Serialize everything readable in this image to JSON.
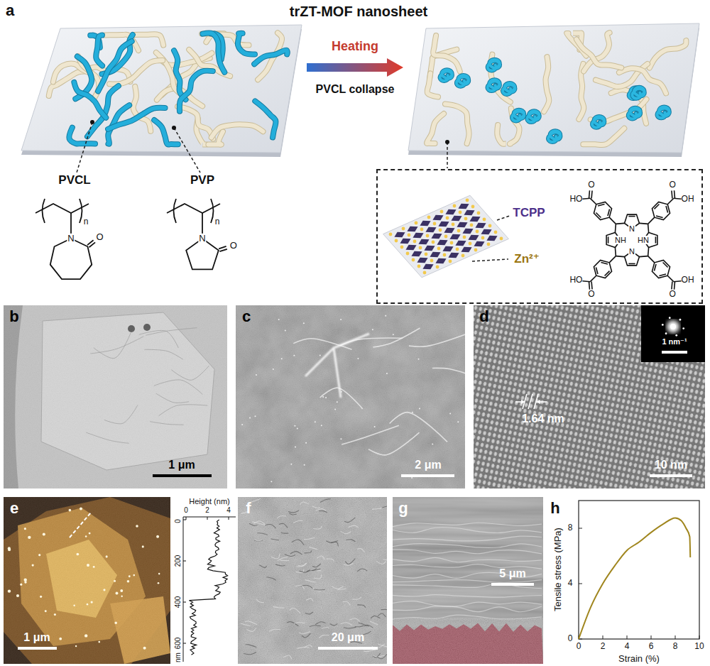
{
  "diagram": {
    "title": "trZT-MOF nanosheet",
    "nodes": [
      {
        "text": [
          "TCPP",
          "Zn²⁺"
        ]
      },
      {
        "text": [
          "b",
          "1 μm"
        ]
      },
      {
        "text": [
          "c",
          "2 μm"
        ]
      },
      {
        "text": [
          "d",
          "1.64 nm",
          "10 nm"
        ]
      },
      {
        "text": [
          "1 nm⁻¹"
        ],
        "in": 3
      },
      {
        "text": [
          "e",
          "1 μm"
        ]
      },
      {
        "text": [
          "f",
          "20 μm"
        ]
      },
      {
        "text": [
          "g",
          "5 μm"
        ]
      }
    ],
    "labels": [
      "a",
      "Heating",
      "PVCL collapse",
      "PVCL",
      "n",
      "N",
      "O",
      "PVP",
      "n",
      "N",
      "O",
      "HO",
      "O",
      "O",
      "OH",
      "HO",
      "O",
      "O",
      "OH",
      "NH",
      "N",
      "HN",
      "N",
      "h",
      "Height (nm)",
      "0",
      "2",
      "4",
      "0",
      "200",
      "400",
      "600",
      "nm",
      "Tensile stress (MPa)",
      "Strain (%)",
      "0",
      "4",
      "8",
      "0",
      "2",
      "4",
      "6",
      "8",
      "10"
    ]
  }
}
